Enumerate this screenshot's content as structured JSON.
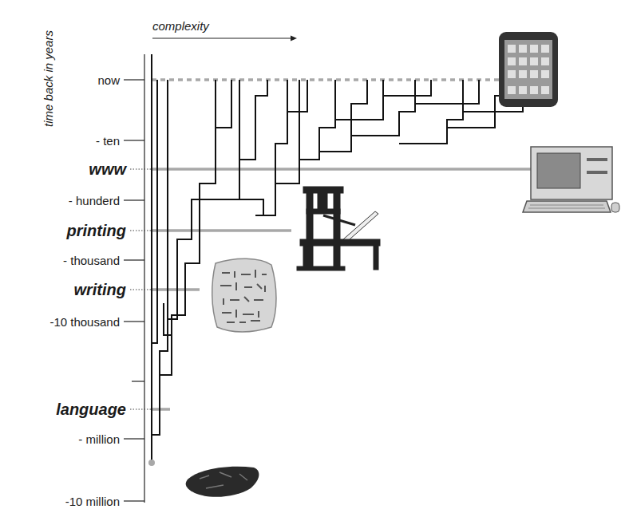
{
  "diagram": {
    "labels": [
      "time back in years",
      "complexity",
      "now",
      "- ten",
      "www",
      "- hunderd",
      "printing",
      "- thousand",
      "writing",
      "-10 thousand",
      "language",
      "- million",
      "-10 million"
    ]
  }
}
